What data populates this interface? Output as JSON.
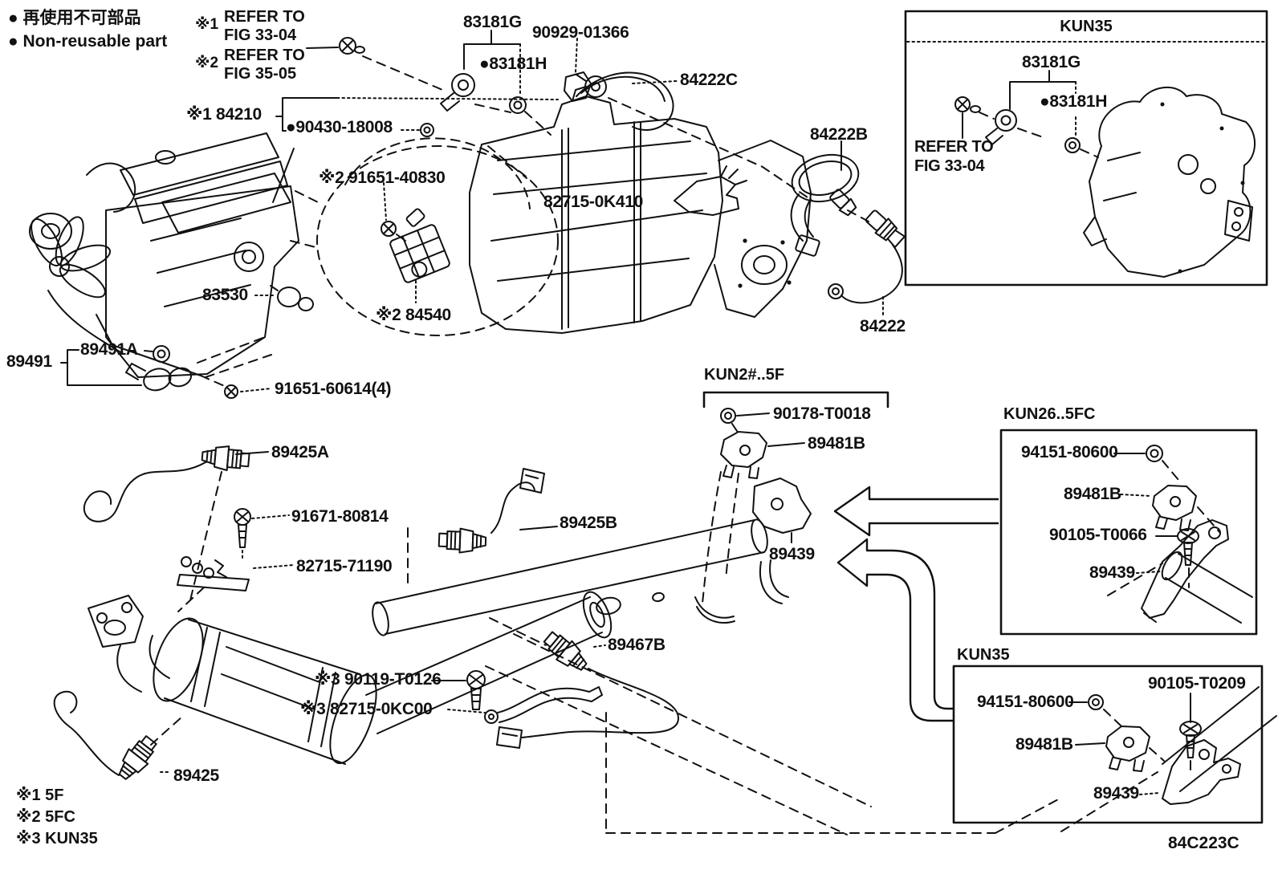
{
  "doc": {
    "type": "parts-diagram",
    "drawing_code": "84C223C",
    "colors": {
      "ink": "#111111",
      "paper": "#ffffff"
    }
  },
  "labels": {
    "legend_jp": "● 再使用不可部品",
    "legend_en": "● Non-reusable part",
    "ref1_sym": "※1",
    "ref1_l1": "REFER TO",
    "ref1_l2": "FIG 33-04",
    "ref2_sym": "※2",
    "ref2_l1": "REFER TO",
    "ref2_l2": "FIG 35-05",
    "p83181g": "83181G",
    "p90929": "90929-01366",
    "p83181h": "●83181H",
    "p84222c": "84222C",
    "p84210": "※1 84210",
    "p90430": "●90430-18008",
    "p84222b": "84222B",
    "p91651_40830": "※2 91651-40830",
    "p82715_0k410": "82715-0K410",
    "p83530": "83530",
    "p84540": "※2 84540",
    "p84222": "84222",
    "p89491a": "89491A",
    "p89491": "89491",
    "p91651_60614": "91651-60614(4)",
    "p89425a": "89425A",
    "p91671": "91671-80814",
    "p82715_71190": "82715-71190",
    "p89425b": "89425B",
    "p90178": "90178-T0018",
    "p89481b": "89481B",
    "p89439": "89439",
    "p89467b": "89467B",
    "p90119": "※3 90119-T0126",
    "p82715_0kc00": "※3 82715-0KC00",
    "p89425": "89425",
    "kun2_title": "KUN2#..5F",
    "kun26_title": "KUN26..5FC",
    "k26_94151": "94151-80600",
    "k26_89481b": "89481B",
    "k26_90105": "90105-T0066",
    "k26_89439": "89439",
    "kun35t_title": "KUN35",
    "k35t_83181g": "83181G",
    "k35t_83181h": "●83181H",
    "k35t_ref1": "REFER TO",
    "k35t_ref2": "FIG 33-04",
    "kun35b_title": "KUN35",
    "k35b_90105": "90105-T0209",
    "k35b_94151": "94151-80600",
    "k35b_89481b": "89481B",
    "k35b_89439": "89439",
    "foot1": "※1 5F",
    "foot2": "※2 5FC",
    "foot3": "※3 KUN35",
    "code": "84C223C"
  }
}
